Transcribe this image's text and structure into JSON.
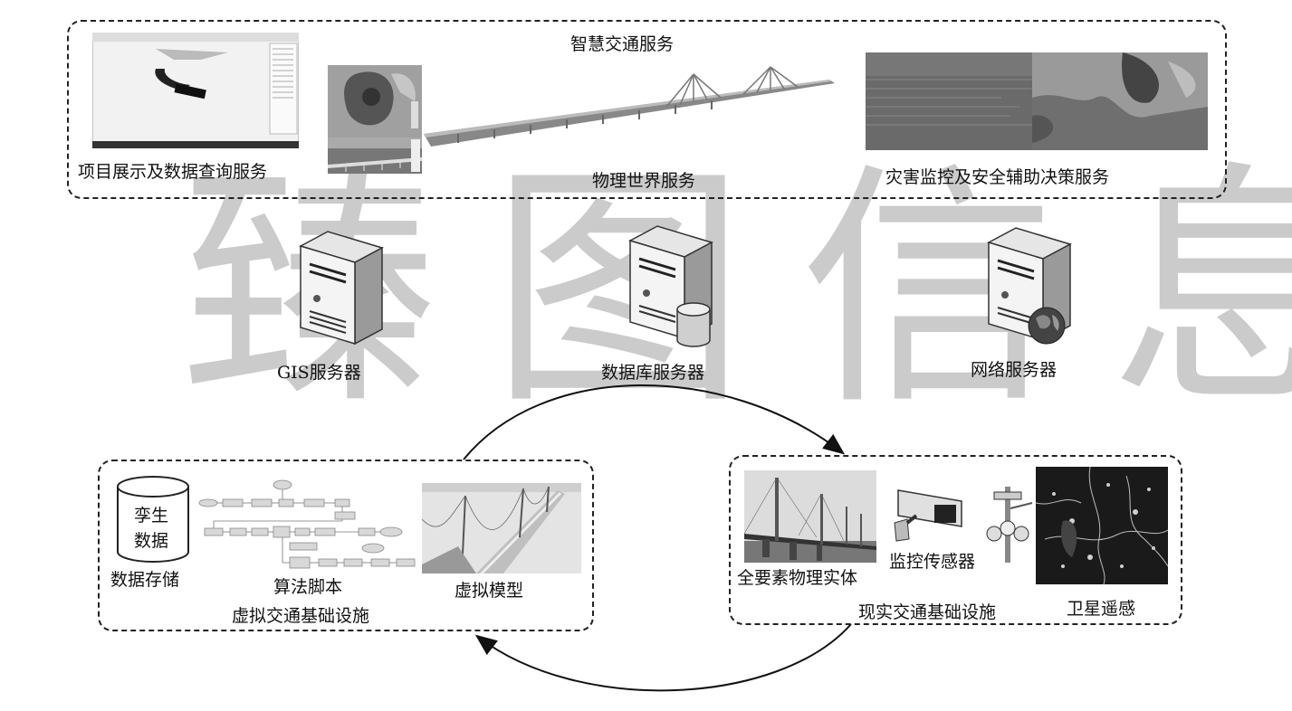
{
  "watermark": "臻图信息",
  "top_panel": {
    "title": "智慧交通服务",
    "project_label": "项目展示及数据查询服务",
    "physical_label": "物理世界服务",
    "disaster_label": "灾害监控及安全辅助决策服务"
  },
  "servers": {
    "gis": "GIS服务器",
    "database": "数据库服务器",
    "network": "网络服务器"
  },
  "virtual_panel": {
    "title": "虚拟交通基础设施",
    "storage_label": "数据存储",
    "twin_line1": "孪生",
    "twin_line2": "数据",
    "algorithm_label": "算法脚本",
    "model_label": "虚拟模型"
  },
  "real_panel": {
    "title": "现实交通基础设施",
    "entity_label": "全要素物理实体",
    "sensor_label": "监控传感器",
    "satellite_label": "卫星遥感"
  },
  "colors": {
    "border": "#222222",
    "watermark": "#8a8a8a"
  }
}
